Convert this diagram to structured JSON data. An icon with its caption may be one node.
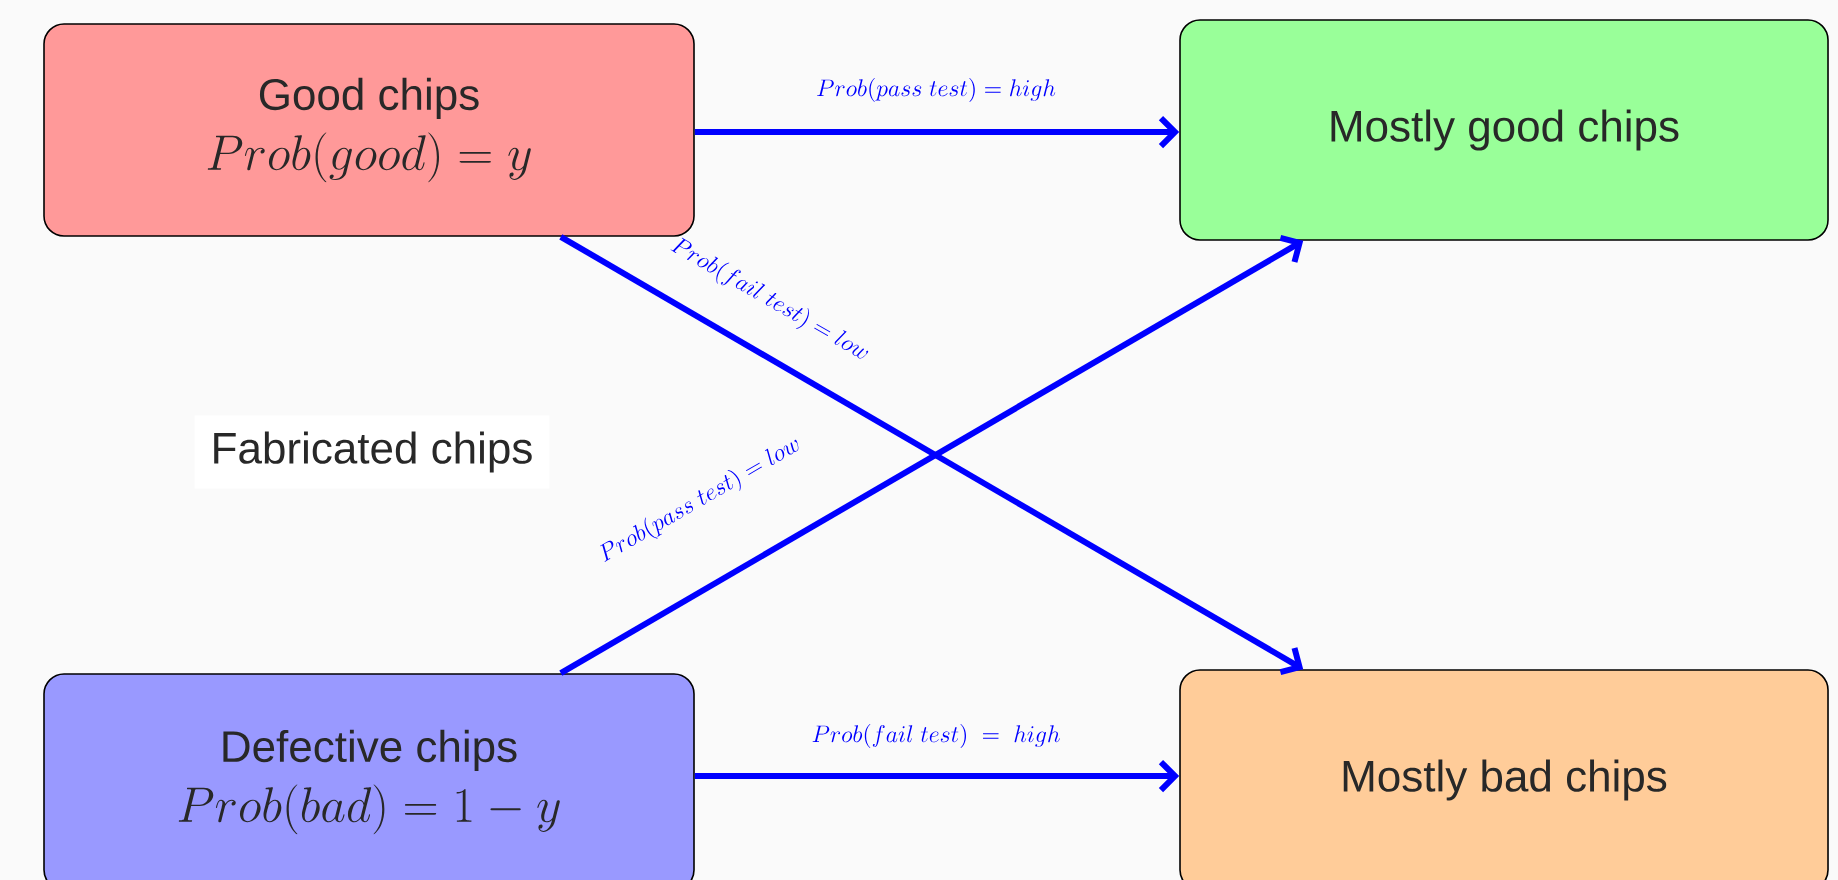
{
  "diagram": {
    "nodes": [
      {
        "text": [
          "Good chips",
          "Prob(good) = y"
        ]
      },
      {
        "text": [
          "Mostly good chips"
        ]
      },
      {
        "text": [
          "Defective chips",
          "Prob(bad) = 1 - y"
        ]
      },
      {
        "text": [
          "Mostly bad chips"
        ]
      }
    ],
    "edges": [
      {
        "from": 0,
        "to": 1,
        "arrow": "to",
        "label": "Prob(pass\\ test) = high"
      },
      {
        "from": 0,
        "to": 3,
        "arrow": "to",
        "label": "Prob(fail\\ test) = low"
      },
      {
        "from": 2,
        "to": 1,
        "arrow": "to",
        "label": "Prob(pass\\ test) = low"
      },
      {
        "from": 2,
        "to": 3,
        "arrow": "to",
        "label": "Prob(fail\\ test)\\ =\\ high"
      }
    ],
    "labels": [
      "Fabricated chips"
    ]
  }
}
